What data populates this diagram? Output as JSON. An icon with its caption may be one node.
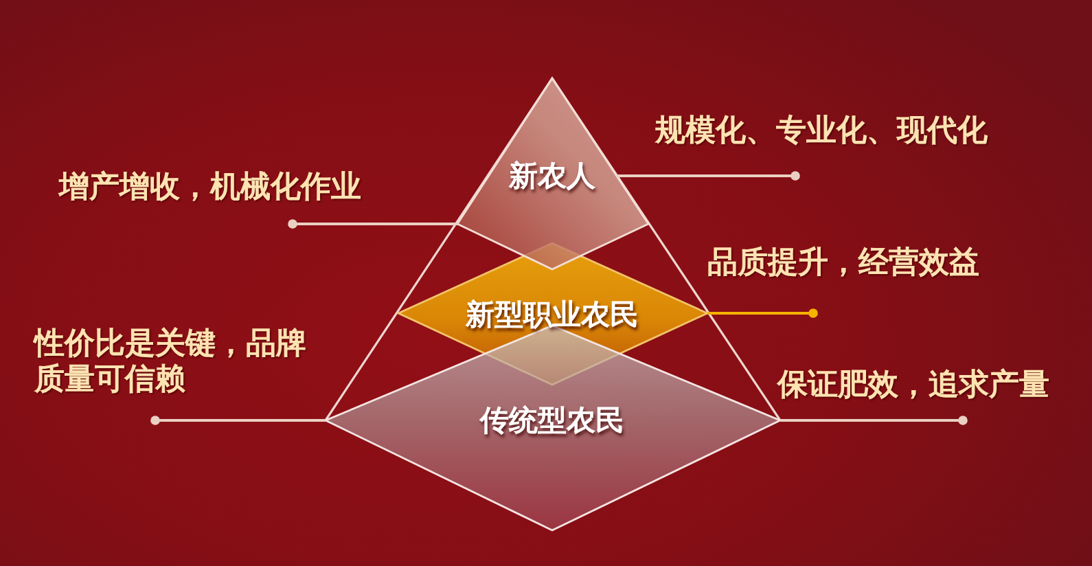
{
  "diagram": {
    "nodes": [
      {
        "text": [
          "新农人"
        ]
      },
      {
        "text": [
          "新型职业农民"
        ]
      },
      {
        "text": [
          "传统型农民"
        ]
      },
      {
        "text": [
          "规模化、专业化、现代化"
        ]
      },
      {
        "text": [
          "增产增收，机械化作业"
        ]
      },
      {
        "text": [
          "品质提升，经营效益"
        ]
      },
      {
        "text": [
          "性价比是关键，品牌质量可信赖"
        ]
      },
      {
        "text": [
          "保证肥效，追求产量"
        ]
      }
    ],
    "edges": [
      {
        "from": 3,
        "to": 0,
        "arrow": "other"
      },
      {
        "from": 4,
        "to": 0,
        "arrow": "other"
      },
      {
        "from": 5,
        "to": 1,
        "arrow": "other",
        "color": "#f5b300"
      },
      {
        "from": 6,
        "to": 2,
        "arrow": "other"
      },
      {
        "from": 7,
        "to": 2,
        "arrow": "other"
      }
    ]
  }
}
